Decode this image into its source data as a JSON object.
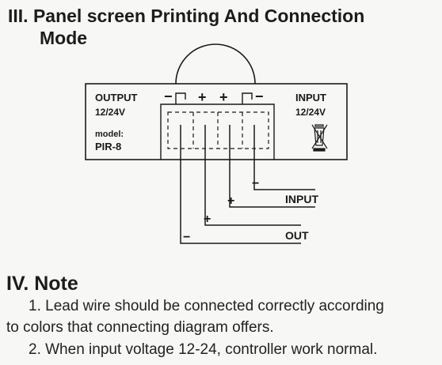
{
  "section3": {
    "title_line1": "III. Panel screen Printing And Connection",
    "title_line2": "Mode"
  },
  "panel": {
    "output_label": "OUTPUT",
    "output_voltage": "12/24V",
    "model_label": "model:",
    "model_value": "PIR-8",
    "input_label": "INPUT",
    "input_voltage": "12/24V",
    "terminal_signs": [
      "−",
      "+",
      "+",
      "−"
    ]
  },
  "wires": {
    "input_label": "INPUT",
    "out_label": "OUT",
    "signs": [
      "−",
      "+",
      "+",
      "−"
    ]
  },
  "section4": {
    "title": "IV. Note",
    "note1_line1": "1. Lead wire should be connected correctly according",
    "note1_line2": "to colors that connecting diagram offers.",
    "note2": "2. When input voltage 12-24, controller work normal."
  },
  "icons": {
    "recycle_bin": "crossed-out-bin-icon"
  }
}
